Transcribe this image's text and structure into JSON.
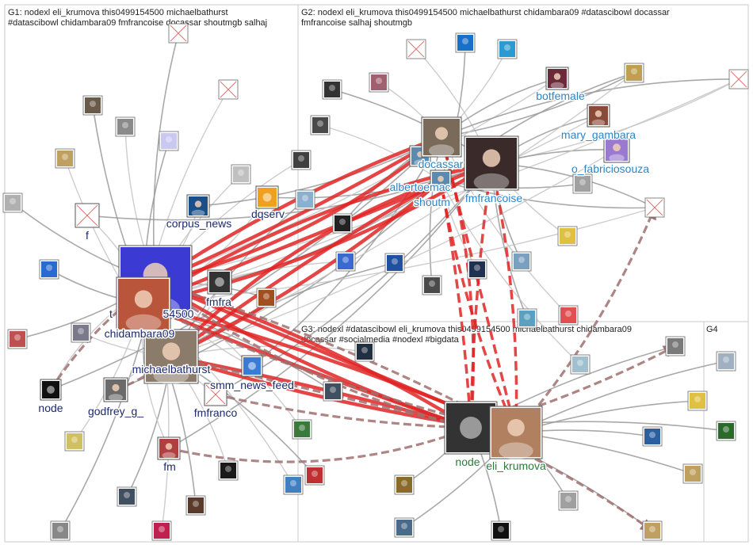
{
  "title": "Network Graph",
  "colors": {
    "edge_gray": "#9a9a9a",
    "edge_light": "#c4c4c4",
    "edge_brown": "#a07070",
    "edge_red": "#e02424",
    "g1_label": "#1c2a6e",
    "g2_label": "#2b86c8",
    "g3_label": "#2f7a3a",
    "box_border": "#c8c8c8"
  },
  "groups": [
    {
      "id": "G1",
      "line1": "G1: nodexl eli_krumova this0499154500 michaelbathurst",
      "line2": "#datascibowl chidambara09 fmfrancoise docassar shoutmgb salhaj"
    },
    {
      "id": "G2",
      "line1": "G2: nodexl eli_krumova this0499154500 michaelbathurst chidambara09 #datascibowl docassar",
      "line2": "fmfrancoise salhaj shoutmgb"
    },
    {
      "id": "G3",
      "line1": "G3: nodexl #datascibowl eli_krumova this0499154500 michaelbathurst chidambara09",
      "line2": "docassar #socialmedia #nodexl #bigdata"
    },
    {
      "id": "G4",
      "line1": "G4",
      "line2": ""
    }
  ],
  "nodes": [
    {
      "id": "chidambara09",
      "label": "chidambara09",
      "group": "G1",
      "icon": "avatar-photo",
      "color": "#b8553a"
    },
    {
      "id": "this0499154500",
      "label": "t",
      "label_tail": "54500",
      "group": "G1",
      "icon": "avatar-photo",
      "color": "#3b3bd4"
    },
    {
      "id": "michaelbathurst",
      "label": "michaelbathurst",
      "group": "G1",
      "icon": "avatar-photo",
      "color": "#8a7b6a"
    },
    {
      "id": "corpus_news",
      "label": "corpus_news",
      "group": "G1",
      "icon": "avatar-photo",
      "color": "#1a4f8a"
    },
    {
      "id": "dqserv",
      "label": "dqserv",
      "group": "G1",
      "icon": "logo",
      "color": "#f0a020"
    },
    {
      "id": "fmfra",
      "label": "fmfra",
      "group": "G1",
      "icon": "piano-icon",
      "color": "#333333"
    },
    {
      "id": "smm_news_feed",
      "label": "smm_news_feed",
      "group": "G1",
      "icon": "logo",
      "color": "#3a7bd5"
    },
    {
      "id": "fmfranco",
      "label": "fmfranco",
      "group": "G1",
      "icon": "broken-image-icon",
      "color": "#e07070"
    },
    {
      "id": "godfrey_g_",
      "label": "godfrey_g_",
      "group": "G1",
      "icon": "avatar-photo",
      "color": "#6a6a6a"
    },
    {
      "id": "node",
      "label": "node",
      "group": "G1",
      "icon": "logo",
      "color": "#111111"
    },
    {
      "id": "fm",
      "label": "fm",
      "group": "G1",
      "icon": "avatar-photo",
      "color": "#b04040"
    },
    {
      "id": "f",
      "label": "f",
      "group": "G1",
      "icon": "broken-image-icon",
      "color": "#e07070"
    },
    {
      "id": "docassar",
      "label": "docassar",
      "group": "G2",
      "icon": "avatar-photo",
      "color": "#7a6a5a"
    },
    {
      "id": "albertoemac",
      "label": "albertoemac",
      "group": "G2",
      "icon": "avatar-photo",
      "color": "#5a8ab0"
    },
    {
      "id": "shoutmgb",
      "label": "shoutm",
      "group": "G2",
      "icon": "avatar-photo",
      "color": "#5a8ab0"
    },
    {
      "id": "fmfrancoise",
      "label": "fmfrancoise",
      "group": "G2",
      "icon": "avatar-photo",
      "color": "#3a2a2a"
    },
    {
      "id": "botfemale",
      "label": "botfemale",
      "group": "G2",
      "icon": "avatar-photo",
      "color": "#6a2a3a"
    },
    {
      "id": "mary_gambara",
      "label": "mary_gambara",
      "group": "G2",
      "icon": "avatar-photo",
      "color": "#8a4a3a"
    },
    {
      "id": "o_fabriciosouza",
      "label": "o_fabriciosouza",
      "group": "G2",
      "icon": "avatar-photo",
      "color": "#9a7ad0"
    },
    {
      "id": "nodexl",
      "label": "node",
      "group": "G3",
      "icon": "logo",
      "color": "#333333"
    },
    {
      "id": "eli_krumova",
      "label": "eli_krumova",
      "group": "G3",
      "icon": "avatar-photo",
      "color": "#b08060"
    }
  ]
}
